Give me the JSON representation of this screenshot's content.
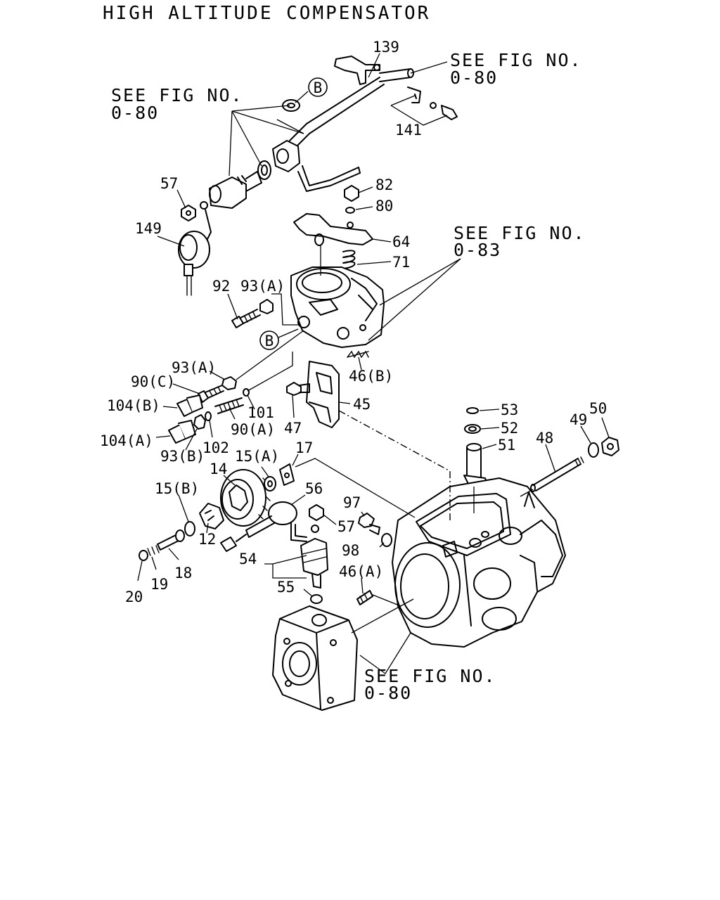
{
  "title": "HIGH ALTITUDE COMPENSATOR",
  "references": {
    "see_fig": "SEE FIG NO.",
    "fig_0_80": "0-80",
    "fig_0_83": "0-83"
  },
  "circle_marker": "B",
  "part_labels": [
    "139",
    "141",
    "57",
    "149",
    "82",
    "80",
    "64",
    "71",
    "92",
    "93(A)",
    "93(A)",
    "90(C)",
    "104(B)",
    "104(A)",
    "101",
    "90(A)",
    "93(B)",
    "102",
    "46(B)",
    "45",
    "47",
    "15(A)",
    "14",
    "17",
    "15(B)",
    "12",
    "18",
    "19",
    "20",
    "56",
    "97",
    "57",
    "98",
    "54",
    "55",
    "46(A)",
    "53",
    "52",
    "51",
    "48",
    "49",
    "50"
  ]
}
